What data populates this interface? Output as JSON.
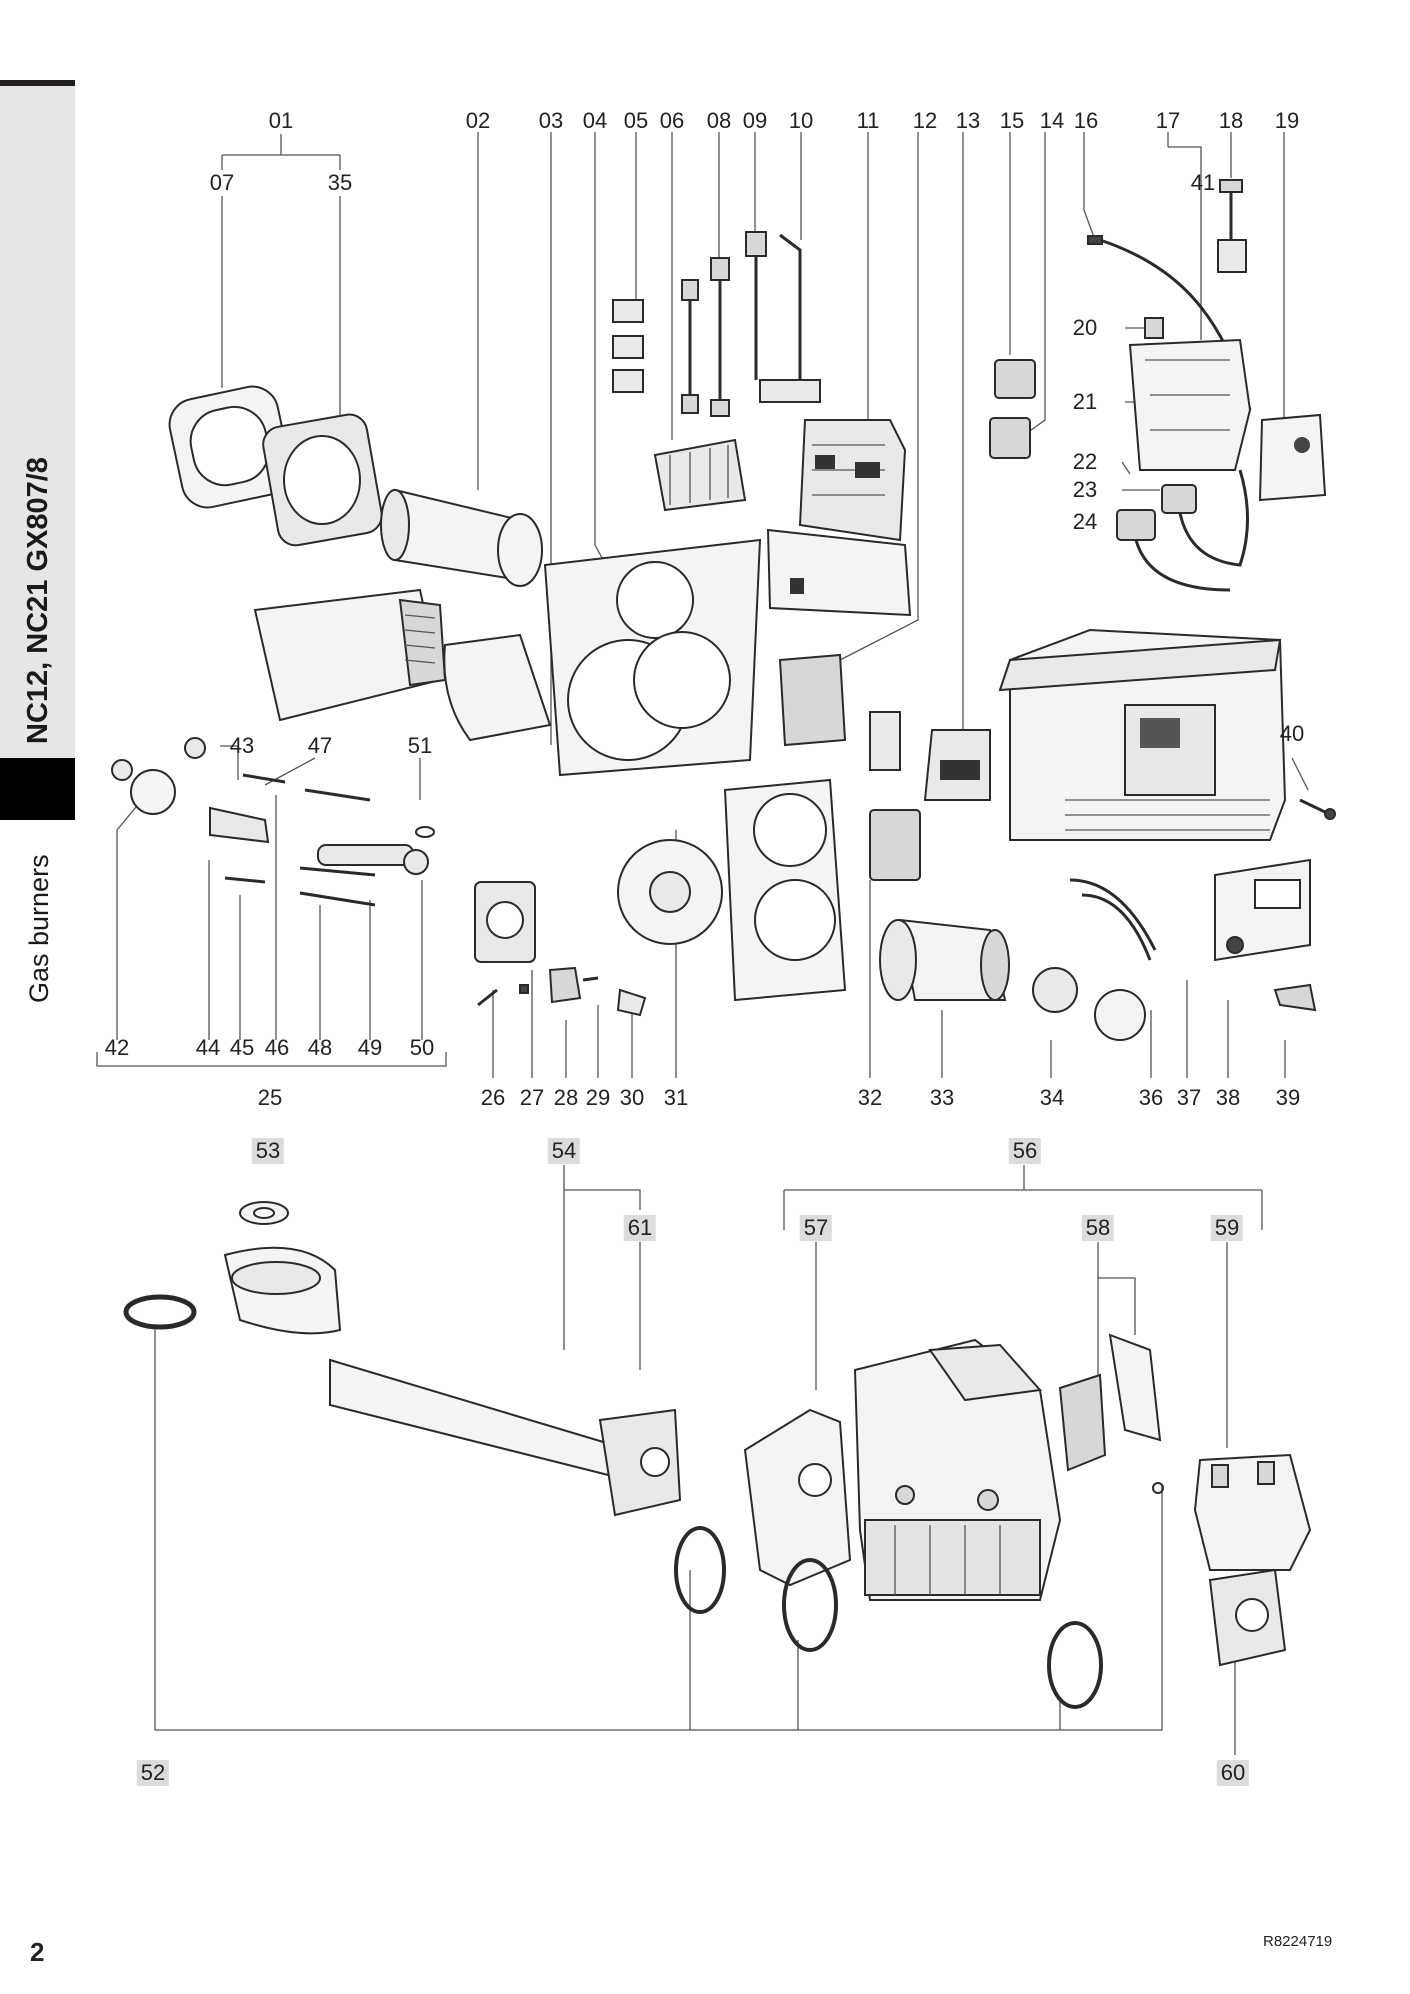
{
  "sidebar": {
    "model": "NC12, NC21 GX807/8",
    "section": "Gas burners"
  },
  "page_number": "2",
  "doc_ref": "R8224719",
  "labels": {
    "l01": "01",
    "l07": "07",
    "l35": "35",
    "l02": "02",
    "l03": "03",
    "l04": "04",
    "l05": "05",
    "l06": "06",
    "l08": "08",
    "l09": "09",
    "l10": "10",
    "l11": "11",
    "l12": "12",
    "l13": "13",
    "l15": "15",
    "l14": "14",
    "l16": "16",
    "l17": "17",
    "l18": "18",
    "l19": "19",
    "l41": "41",
    "l20": "20",
    "l21": "21",
    "l22": "22",
    "l23": "23",
    "l24": "24",
    "l43": "43",
    "l47": "47",
    "l51": "51",
    "l40": "40",
    "l42": "42",
    "l44": "44",
    "l45": "45",
    "l46": "46",
    "l48": "48",
    "l49": "49",
    "l50": "50",
    "l25": "25",
    "l26": "26",
    "l27": "27",
    "l28": "28",
    "l29": "29",
    "l30": "30",
    "l31": "31",
    "l32": "32",
    "l33": "33",
    "l34": "34",
    "l36": "36",
    "l37": "37",
    "l38": "38",
    "l39": "39",
    "l53": "53",
    "l54": "54",
    "l56": "56",
    "l61": "61",
    "l57": "57",
    "l58": "58",
    "l59": "59",
    "l52": "52",
    "l60": "60"
  }
}
